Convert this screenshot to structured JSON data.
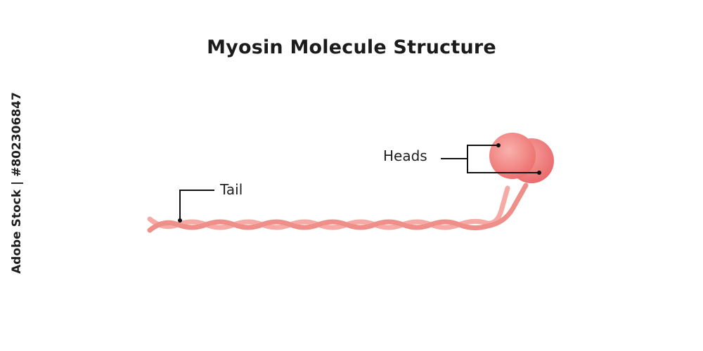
{
  "title": "Myosin Molecule Structure",
  "labels": {
    "heads": "Heads",
    "tail": "Tail"
  },
  "watermark_text": "Adobe Stock | #802306847",
  "colors": {
    "strand_light": "#f7b2ae",
    "strand_dark": "#ee8c86",
    "head_fill": "#ef7a77",
    "head_highlight": "#f7a3a1",
    "leader_line": "#111111",
    "title": "#1b1b1b"
  }
}
